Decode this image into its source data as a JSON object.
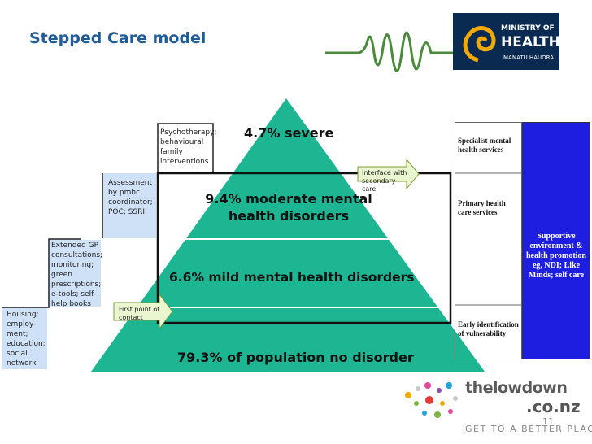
{
  "title": "Stepped Care model",
  "logo": {
    "line1": "MINISTRY OF",
    "line2": "HEALTH",
    "line3": "MANATŪ HAUORA"
  },
  "pyramid": {
    "tiers": [
      {
        "label": "4.7% severe"
      },
      {
        "label": "9.4% moderate mental health disorders"
      },
      {
        "label": "6.6% mild mental health disorders"
      },
      {
        "label": "79.3% of population no disorder"
      }
    ],
    "tier_labels": {
      "severe": "4.7% severe",
      "moderate_l1": "9.4% moderate mental",
      "moderate_l2": "health disorders",
      "mild": "6.6% mild mental health disorders",
      "none": "79.3% of population no disorder"
    },
    "colors": {
      "fill": "#1db592",
      "step": "#cfe1f7",
      "support": "#1e1ee0"
    }
  },
  "steps": {
    "housing": "Housing; employ-ment; education; social network",
    "gp": "Extended GP consultations; monitoring; green prescriptions; e-tools; self-help books",
    "assessment": "Assessment by pmhc coordinator; POC; SSRI",
    "psychotherapy": "Psychotherapy; behavioural family interventions"
  },
  "arrows": {
    "first_point": "First point of contact",
    "interface": "Interface with secondary care"
  },
  "services": {
    "specialist": "Specialist mental health services",
    "primary": "Primary health care services",
    "early": "Early identification of vulnerability",
    "supportive": "Supportive environment & health promotion eg, NDI; Like Minds; self care"
  },
  "brand": {
    "name": "thelowdown",
    "domain": ".co.nz",
    "tagline": "GET TO A BETTER PLACE",
    "page_number": "11"
  }
}
